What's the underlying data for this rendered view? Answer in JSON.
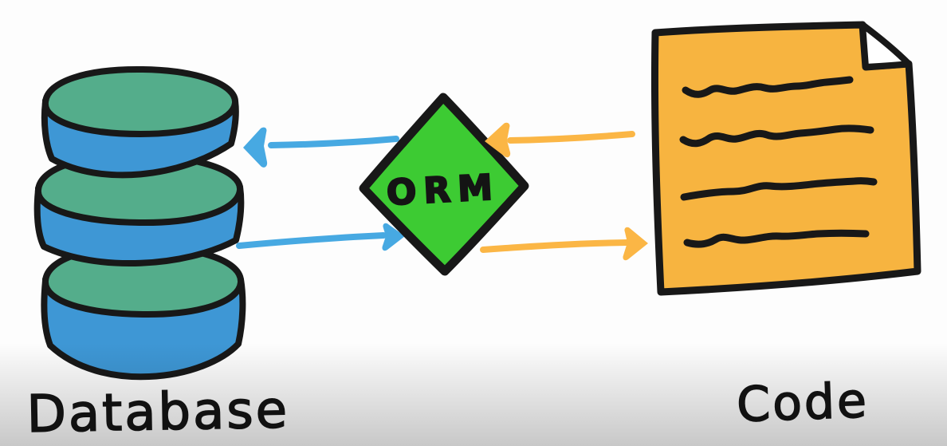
{
  "diagram": {
    "nodes": {
      "database": {
        "label": "Database",
        "shape": "cylinder-stack",
        "segments": 3,
        "body_color": "#3e97d5",
        "top_color": "#54ad8b"
      },
      "orm": {
        "label": "ORM",
        "shape": "diamond",
        "fill_color": "#3dcb33"
      },
      "code": {
        "label": "Code",
        "shape": "document-with-folded-corner",
        "fill_color": "#f7b440",
        "fold_color": "#ffffff",
        "text_line_count": 4
      }
    },
    "edges": [
      {
        "from": "ORM",
        "to": "Database",
        "direction": "left",
        "color": "#47a9e2"
      },
      {
        "from": "Database",
        "to": "ORM",
        "direction": "right",
        "color": "#47a9e2"
      },
      {
        "from": "Code",
        "to": "ORM",
        "direction": "left",
        "color": "#fbb645"
      },
      {
        "from": "ORM",
        "to": "Code",
        "direction": "right",
        "color": "#fbb645"
      }
    ],
    "style": {
      "ink_color": "#181818",
      "background_color": "#fdfdfd",
      "bottom_fade_color": "#c9c9c9"
    }
  }
}
